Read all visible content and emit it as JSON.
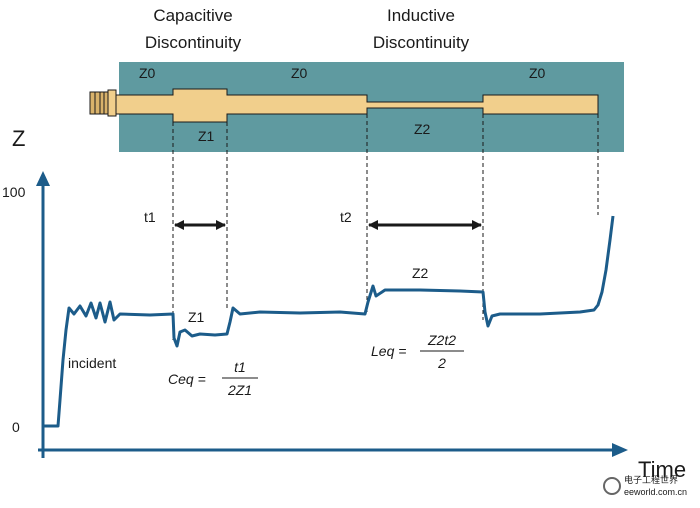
{
  "header": {
    "capacitive": [
      "Capacitive",
      "Discontinuity"
    ],
    "inductive": [
      "Inductive",
      "Discontinuity"
    ]
  },
  "line": {
    "z0_left": "Z0",
    "z0_mid": "Z0",
    "z0_right": "Z0",
    "z1": "Z1",
    "z2": "Z2"
  },
  "plot": {
    "y_axis_label": "Z",
    "x_axis_label": "Time",
    "tick_100": "100",
    "tick_0": "0",
    "t1": "t1",
    "t2": "t2",
    "z1_on_trace": "Z1",
    "z2_on_trace": "Z2",
    "incident": "incident"
  },
  "formulas": {
    "ceq_lhs": "Ceq =",
    "ceq_num": "t1",
    "ceq_den": "2Z1",
    "leq_lhs": "Leq =",
    "leq_num": "Z2t2",
    "leq_den": "2"
  },
  "watermark": {
    "cn": "电子工程世界",
    "url": "eeworld.com.cn"
  },
  "colors": {
    "board": "#5f9aa0",
    "trace_fill": "#f1cf8c",
    "waveform": "#1c5c8a",
    "axis": "#1c5c8a"
  }
}
